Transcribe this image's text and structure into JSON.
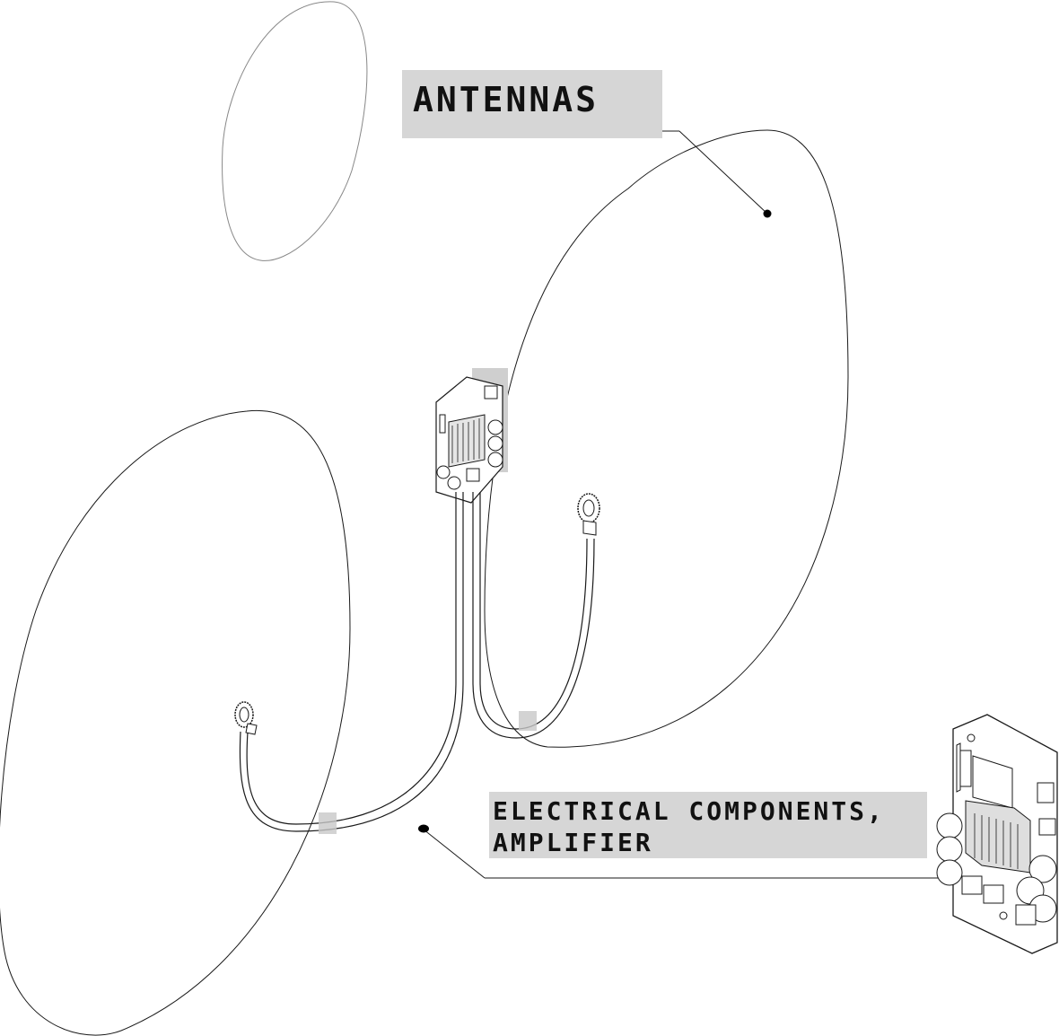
{
  "labels": {
    "antennas": "ANTENNAS",
    "electrical_line1": "ELECTRICAL COMPONENTS,",
    "electrical_line2": "AMPLIFIER"
  },
  "colors": {
    "line": "#1a1a1a",
    "label_background": "#d6d6d6",
    "highlight": "#c8c8c8"
  }
}
